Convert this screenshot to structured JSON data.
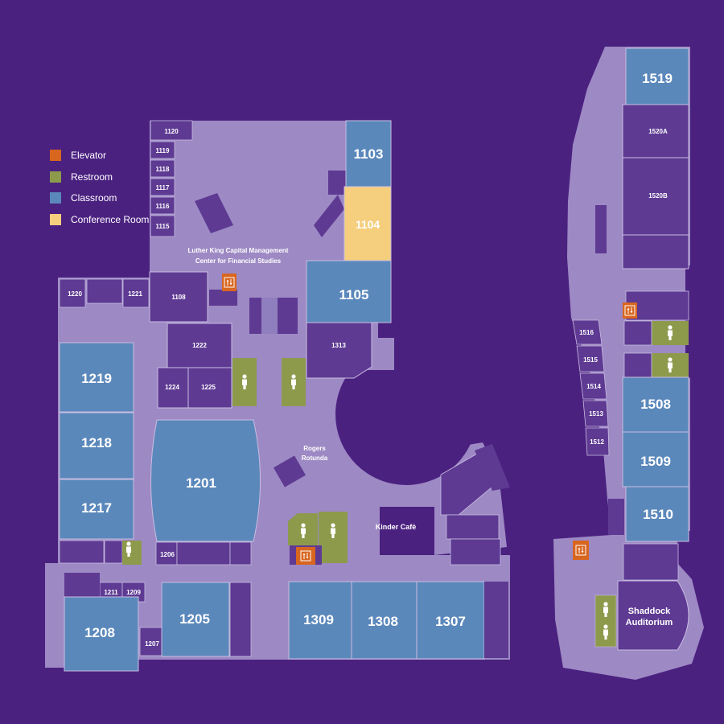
{
  "colors": {
    "background": "#4b2180",
    "corridor": "#9d89c4",
    "room": "#5e3a93",
    "classroom": "#5b88bb",
    "conference": "#f5ce7e",
    "restroom": "#8d9a4c",
    "elevator": "#d8661f",
    "room_outline": "#c9bde0"
  },
  "legend": [
    {
      "label": "Elevator",
      "key": "elevator"
    },
    {
      "label": "Restroom",
      "key": "restroom"
    },
    {
      "label": "Classroom",
      "key": "classroom"
    },
    {
      "label": "Conference Room",
      "key": "conference"
    }
  ],
  "labels": {
    "center_line1": "Luther King Capital Management",
    "center_line2": "Center for Financial Studies",
    "rotunda_line1": "Rogers",
    "rotunda_line2": "Rotunda",
    "cafe": "Kinder Cafè",
    "auditorium_line1": "Shaddock",
    "auditorium_line2": "Auditorium"
  },
  "rooms": {
    "r1120": "1120",
    "r1119": "1119",
    "r1118": "1118",
    "r1117": "1117",
    "r1116": "1116",
    "r1115": "1115",
    "r1103": "1103",
    "r1104": "1104",
    "r1105": "1105",
    "r1108": "1108",
    "r1313": "1313",
    "r1220": "1220",
    "r1221": "1221",
    "r1222": "1222",
    "r1224": "1224",
    "r1225": "1225",
    "r1219": "1219",
    "r1218": "1218",
    "r1217": "1217",
    "r1201": "1201",
    "r1206": "1206",
    "r1211": "1211",
    "r1209": "1209",
    "r1208": "1208",
    "r1207": "1207",
    "r1205": "1205",
    "r1309": "1309",
    "r1308": "1308",
    "r1307": "1307",
    "r1519": "1519",
    "r1520A": "1520A",
    "r1520B": "1520B",
    "r1516": "1516",
    "r1515": "1515",
    "r1514": "1514",
    "r1513": "1513",
    "r1512": "1512",
    "r1508": "1508",
    "r1509": "1509",
    "r1510": "1510"
  }
}
